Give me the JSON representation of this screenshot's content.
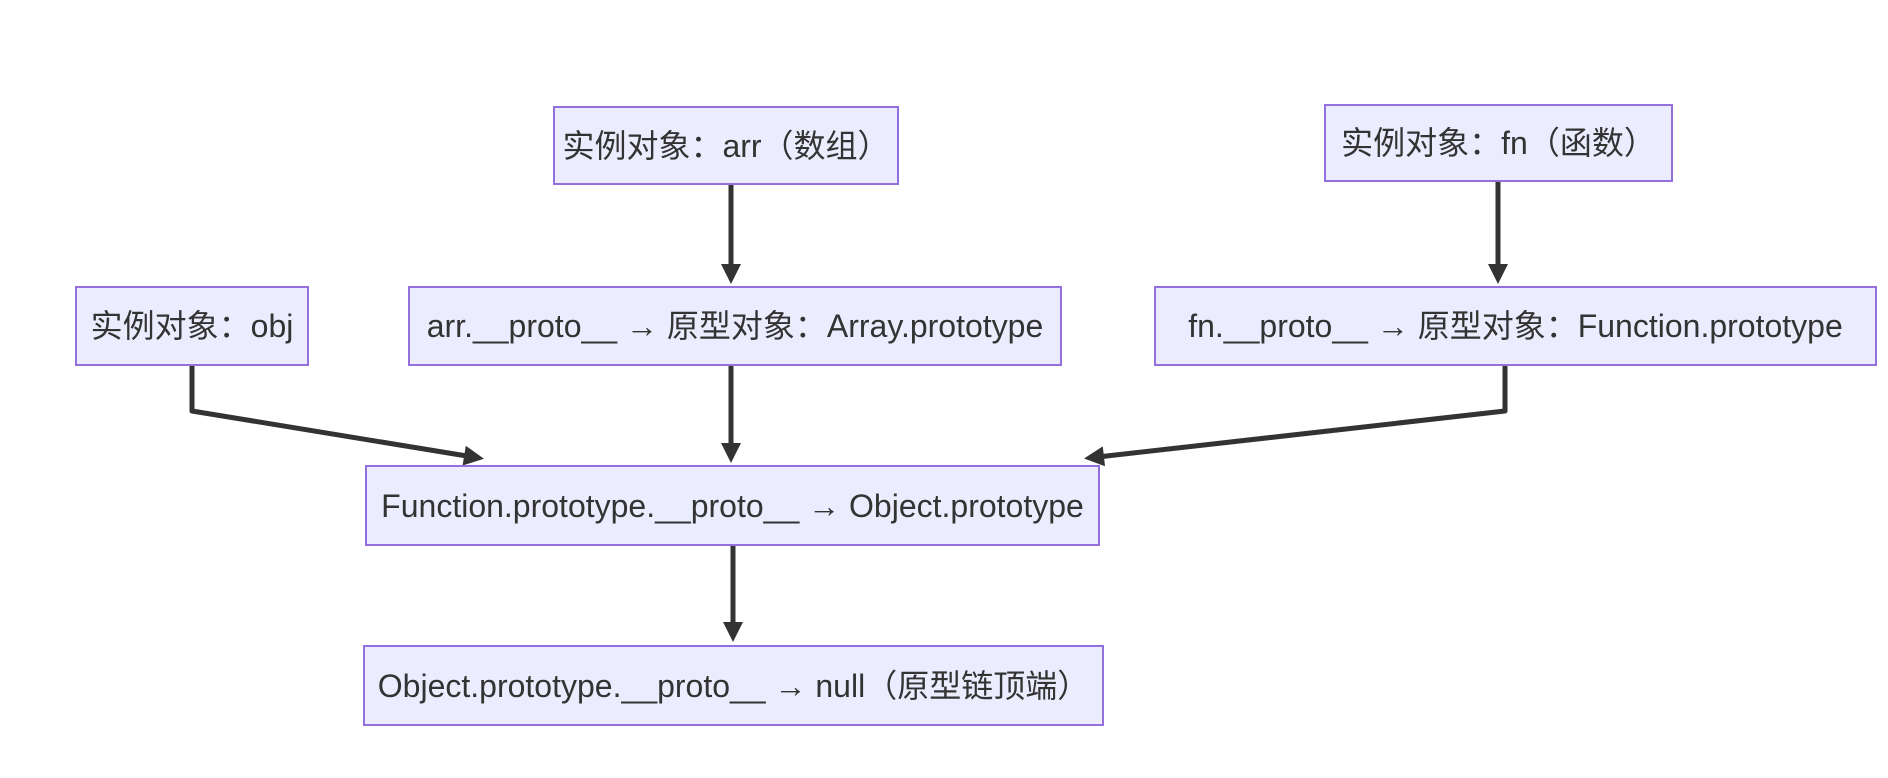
{
  "diagram": {
    "type": "flowchart",
    "direction": "top-down",
    "topic": "JavaScript prototype chain",
    "nodes": {
      "arr_instance": {
        "label": "实例对象：arr（数组）"
      },
      "fn_instance": {
        "label": "实例对象：fn（函数）"
      },
      "obj_instance": {
        "label": "实例对象：obj"
      },
      "arr_proto": {
        "label": "arr.__proto__ → 原型对象：Array.prototype"
      },
      "fn_proto": {
        "label": "fn.__proto__ → 原型对象：Function.prototype"
      },
      "function_proto": {
        "label": "Function.prototype.__proto__ → Object.prototype"
      },
      "object_proto": {
        "label": "Object.prototype.__proto__ → null（原型链顶端）"
      }
    },
    "edges": [
      {
        "from": "arr_instance",
        "to": "arr_proto"
      },
      {
        "from": "fn_instance",
        "to": "fn_proto"
      },
      {
        "from": "obj_instance",
        "to": "function_proto"
      },
      {
        "from": "arr_proto",
        "to": "function_proto"
      },
      {
        "from": "fn_proto",
        "to": "function_proto"
      },
      {
        "from": "function_proto",
        "to": "object_proto"
      }
    ],
    "colors": {
      "node_fill": "#ECECFF",
      "node_border": "#9370DB",
      "edge": "#333333",
      "text": "#333333",
      "background": "#FFFFFF"
    }
  }
}
